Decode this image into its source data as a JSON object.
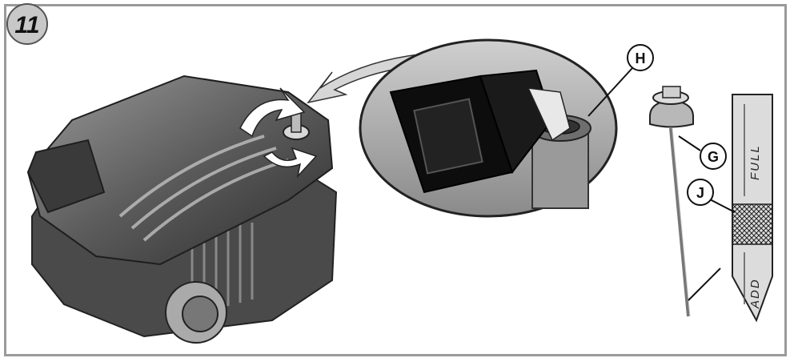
{
  "step": {
    "number": "11"
  },
  "callouts": {
    "h": "H",
    "g": "G",
    "j": "J"
  },
  "dipstick": {
    "full_mark": "FULL",
    "add_mark": "ADD"
  },
  "colors": {
    "frame": "#9a9a9a",
    "step_badge": "#c8c8c8",
    "engine_dark": "#2e2e2e",
    "engine_mid": "#6e6e6e",
    "engine_light": "#b8b8b8",
    "oil_bottle": "#0d0d0d"
  }
}
